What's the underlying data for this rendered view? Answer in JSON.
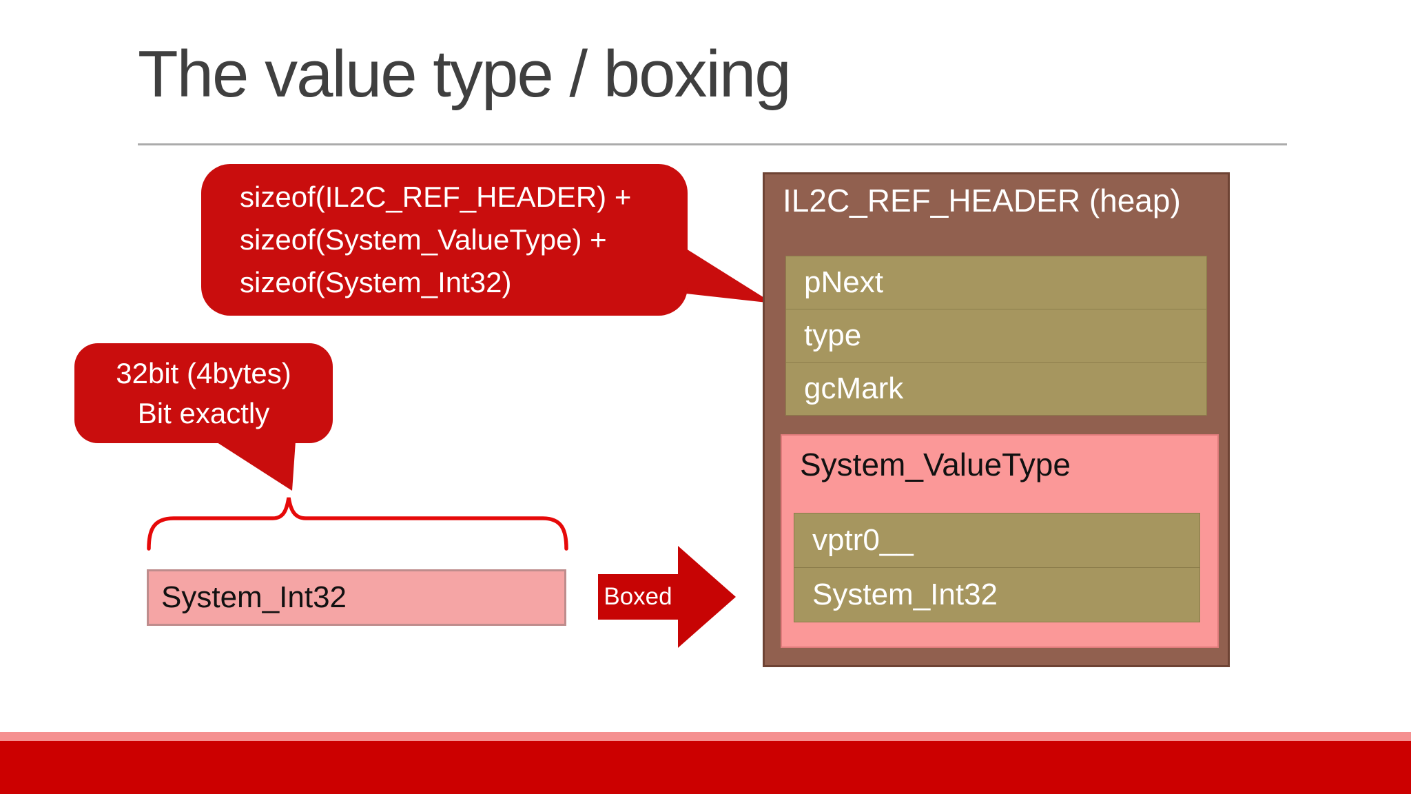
{
  "slide": {
    "title": "The value type / boxing",
    "callouts": {
      "sizeof": {
        "lines": [
          "sizeof(IL2C_REF_HEADER) +",
          "sizeof(System_ValueType) +",
          "sizeof(System_Int32)"
        ]
      },
      "bits": {
        "lines": [
          "32bit (4bytes)",
          "Bit exactly"
        ]
      }
    },
    "value_box": {
      "label": "System_Int32"
    },
    "arrow": {
      "label": "Boxed"
    },
    "heap_box": {
      "title": "IL2C_REF_HEADER (heap)",
      "header_fields": [
        "pNext",
        "type",
        "gcMark"
      ],
      "value_type_box": {
        "title": "System_ValueType",
        "fields": [
          "vptr0__",
          "System_Int32"
        ]
      }
    },
    "colors": {
      "callout_red": "#c90d0d",
      "arrow_red": "#c70404",
      "brace_red": "#e60909",
      "bottom_bar_red": "#cc0000",
      "salmon_strip": "#f59090",
      "heap_brown": "#91604f",
      "heap_brown_border": "#6e4334",
      "field_olive": "#a6965f",
      "value_type_pink": "#fb9898",
      "value_box_pink": "#f5a5a5",
      "title_gray": "#3f3f3f",
      "divider_gray": "#ababab"
    }
  }
}
